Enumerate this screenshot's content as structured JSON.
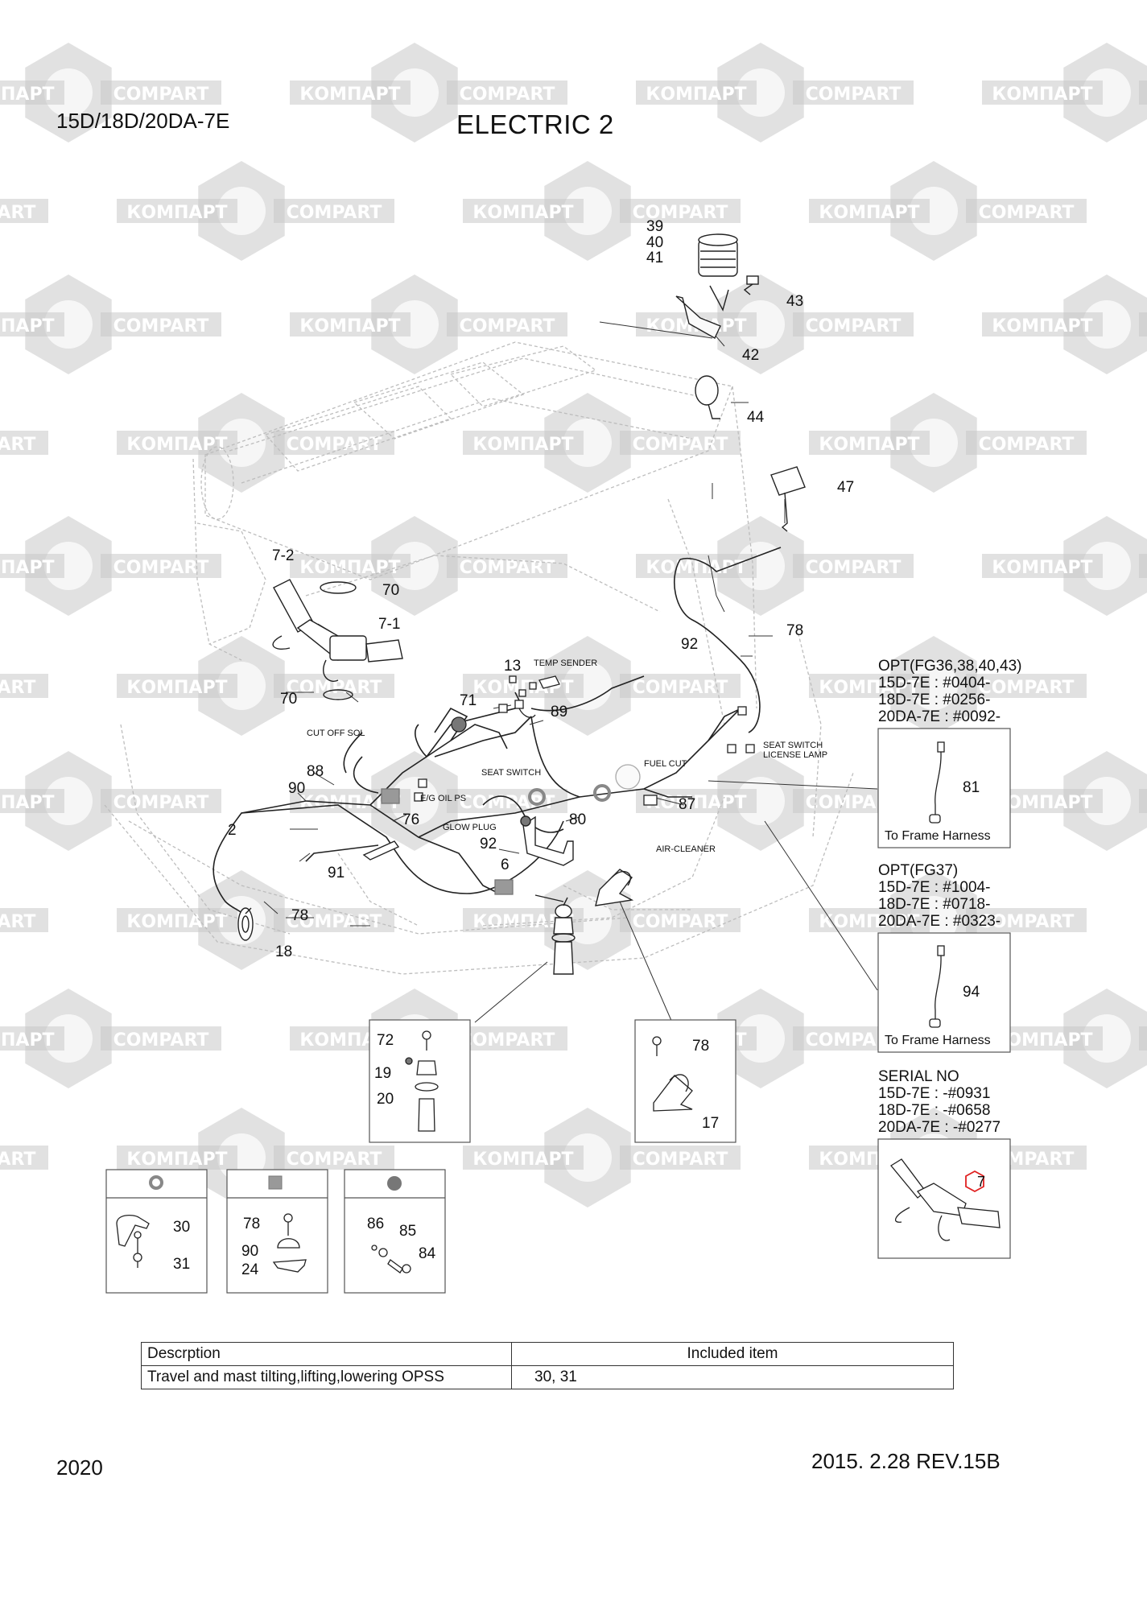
{
  "header": {
    "model": "15D/18D/20DA-7E",
    "title": "ELECTRIC 2"
  },
  "footer": {
    "page_number": "2020",
    "revision": "2015. 2.28  REV.15B"
  },
  "watermark": {
    "text_cyrillic": "КОМПАРТ",
    "text_latin": "COMPART",
    "color": "#c8c8c8"
  },
  "callouts": {
    "c39": "39",
    "c40": "40",
    "c41": "41",
    "c42": "42",
    "c43": "43",
    "c44": "44",
    "c47": "47",
    "c7_2": "7-2",
    "c70a": "70",
    "c7_1": "7-1",
    "c70b": "70",
    "c78a": "78",
    "c92a": "92",
    "c13": "13",
    "c71": "71",
    "c89": "89",
    "c88": "88",
    "c90": "90",
    "c2": "2",
    "c76": "76",
    "c80": "80",
    "c87": "87",
    "c92b": "92",
    "c6": "6",
    "c91": "91",
    "c78b": "78",
    "c18": "18",
    "c72": "72",
    "c19": "19",
    "c20": "20",
    "c78c": "78",
    "c17": "17",
    "c30": "30",
    "c31": "31",
    "c78d": "78",
    "c90b": "90",
    "c24": "24",
    "c86": "86",
    "c85": "85",
    "c84": "84",
    "c81": "81",
    "c94": "94",
    "c7": "7"
  },
  "notes": {
    "temp_sender": "TEMP SENDER",
    "cut_off_sol": "CUT OFF SOL",
    "eg_oil_ps": "E/G OIL PS",
    "seat_switch": "SEAT SWITCH",
    "fuel_cut": "FUEL CUT",
    "seat_switch_license_1": "SEAT SWITCH",
    "seat_switch_license_2": "LICENSE LAMP",
    "glow_plug": "GLOW PLUG",
    "air_cleaner": "AIR-CLEANER"
  },
  "options": [
    {
      "lines": [
        "OPT(FG36,38,40,43)",
        "15D-7E : #0404-",
        "18D-7E : #0256-",
        "20DA-7E : #0092-"
      ],
      "part": "81",
      "caption": "To Frame Harness"
    },
    {
      "lines": [
        "OPT(FG37)",
        "15D-7E : #1004-",
        "18D-7E : #0718-",
        "20DA-7E : #0323-"
      ],
      "part": "94",
      "caption": "To Frame Harness"
    },
    {
      "lines": [
        "SERIAL NO",
        "15D-7E : -#0931",
        "18D-7E : -#0658",
        "20DA-7E : -#0277"
      ],
      "part": "7"
    }
  ],
  "included_table": {
    "headers": [
      "Descrption",
      "Included item"
    ],
    "rows": [
      [
        "Travel and mast tilting,lifting,lowering OPSS",
        "30, 31"
      ]
    ]
  }
}
